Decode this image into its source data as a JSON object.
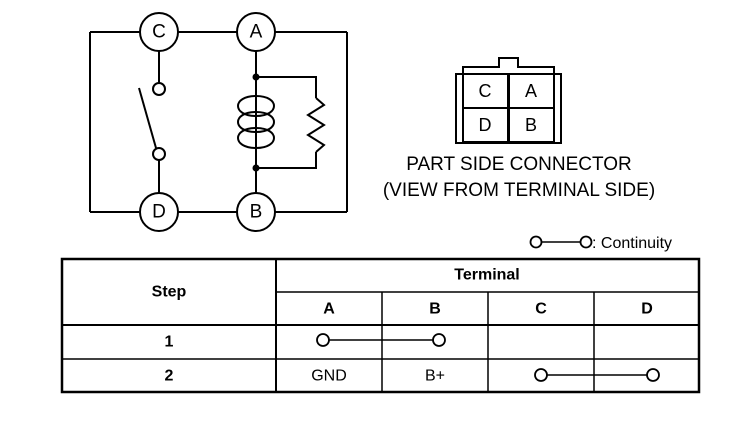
{
  "circuit": {
    "terminals": [
      "C",
      "A",
      "D",
      "B"
    ]
  },
  "connector": {
    "cells": [
      "C",
      "A",
      "D",
      "B"
    ],
    "caption_line1": "PART SIDE CONNECTOR",
    "caption_line2": "(VIEW FROM TERMINAL SIDE)"
  },
  "legend": {
    "text": ": Continuity"
  },
  "table": {
    "step_header": "Step",
    "terminal_header": "Terminal",
    "columns": [
      "A",
      "B",
      "C",
      "D"
    ],
    "rows": [
      {
        "step": "1",
        "A": "",
        "B": "",
        "C": "",
        "D": "",
        "continuity": [
          "A",
          "B"
        ]
      },
      {
        "step": "2",
        "A": "GND",
        "B": "B+",
        "C": "",
        "D": "",
        "continuity": [
          "C",
          "D"
        ]
      }
    ]
  }
}
